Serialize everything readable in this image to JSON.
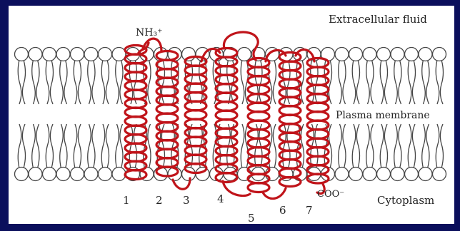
{
  "labels": {
    "extracellular": "Extracellular fluid",
    "plasma_membrane": "Plasma membrane",
    "cytoplasm": "Cytoplasm",
    "n_terminus": "NH₃⁺",
    "c_terminus": "COO⁻"
  },
  "helix_numbers": [
    "1",
    "2",
    "3",
    "4",
    "5",
    "6",
    "7"
  ],
  "colors": {
    "background": "#0b0f5c",
    "panel": "#ffffff",
    "protein": "#c0141a",
    "protein_dark": "#7a0a0e",
    "membrane": "#444444"
  }
}
